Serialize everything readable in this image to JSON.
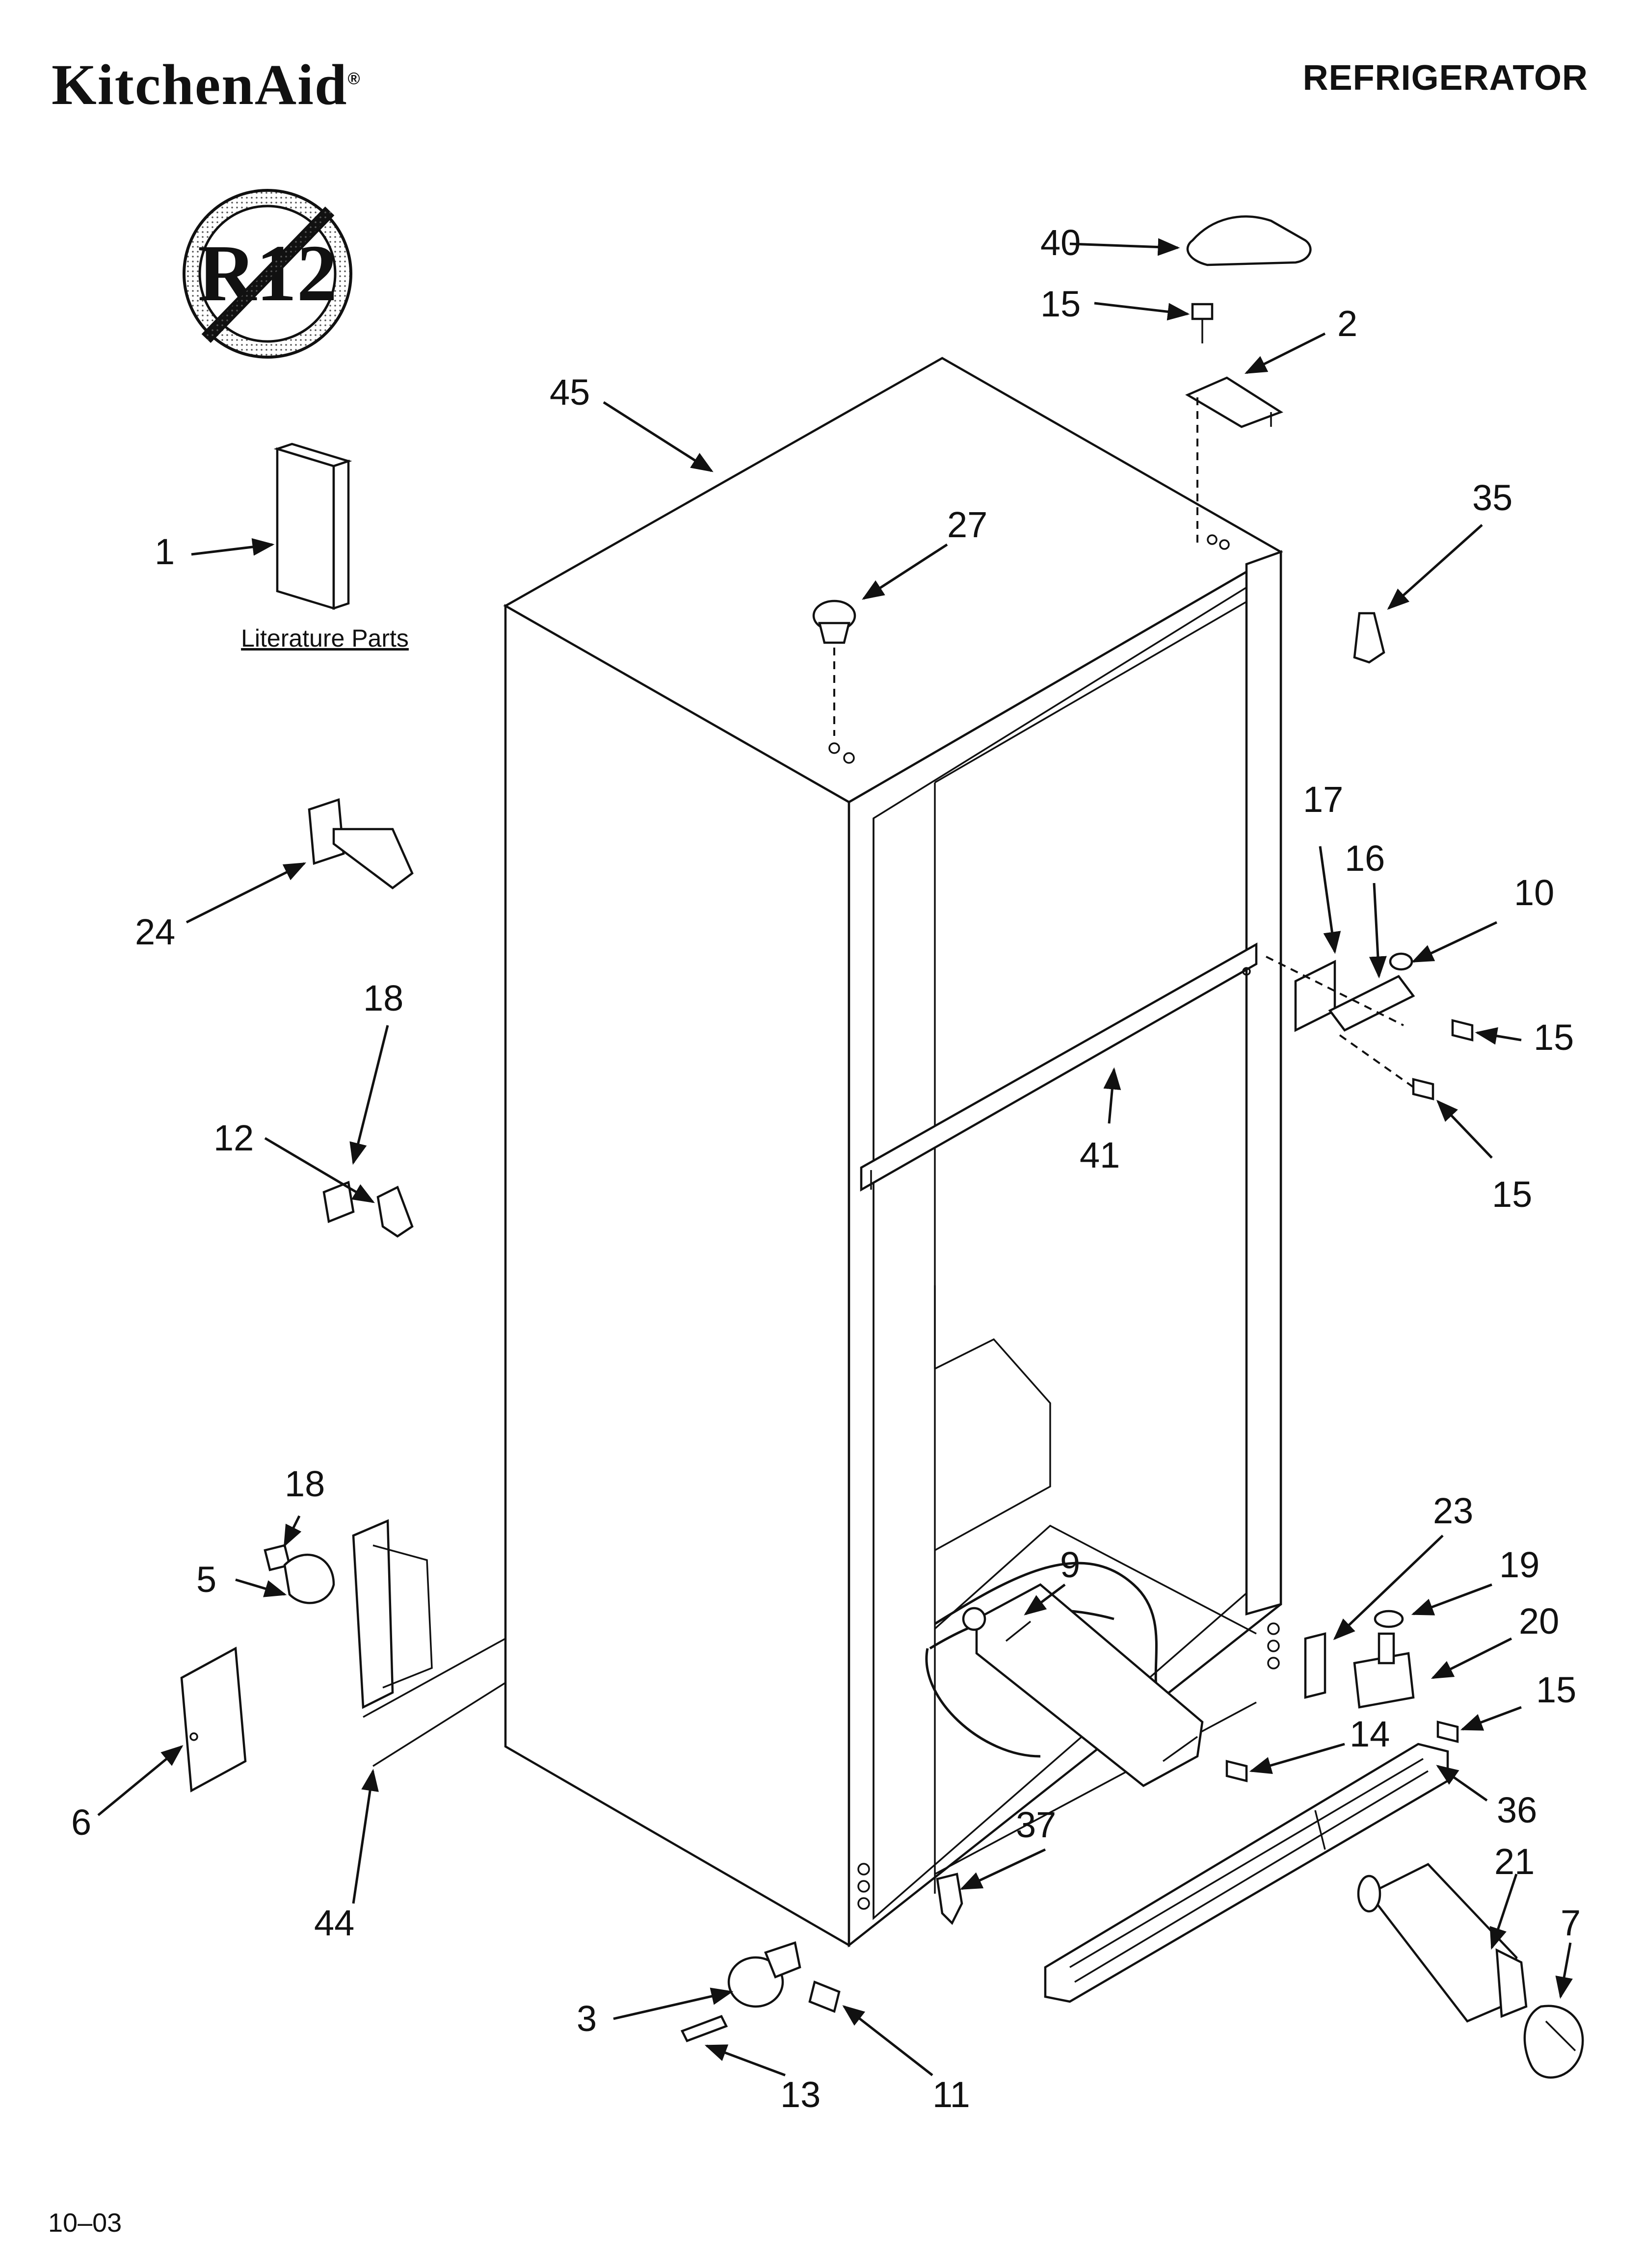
{
  "header": {
    "brand": "KitchenAid",
    "brand_mark": "®",
    "title": "REFRIGERATOR"
  },
  "footer": {
    "date_code": "10–03"
  },
  "symbol": {
    "label": "R12"
  },
  "literature_label": "Literature Parts",
  "callouts": {
    "c40": "40",
    "c15a": "15",
    "c2": "2",
    "c45": "45",
    "c35": "35",
    "c27": "27",
    "c1": "1",
    "c17": "17",
    "c16": "16",
    "c10": "10",
    "c24": "24",
    "c15b": "15",
    "c18a": "18",
    "c12": "12",
    "c41": "41",
    "c15c": "15",
    "c23": "23",
    "c18b": "18",
    "c19": "19",
    "c9": "9",
    "c20": "20",
    "c5": "5",
    "c15d": "15",
    "c14": "14",
    "c6": "6",
    "c36": "36",
    "c37": "37",
    "c21": "21",
    "c44": "44",
    "c7": "7",
    "c3": "3",
    "c13": "13",
    "c11": "11"
  }
}
